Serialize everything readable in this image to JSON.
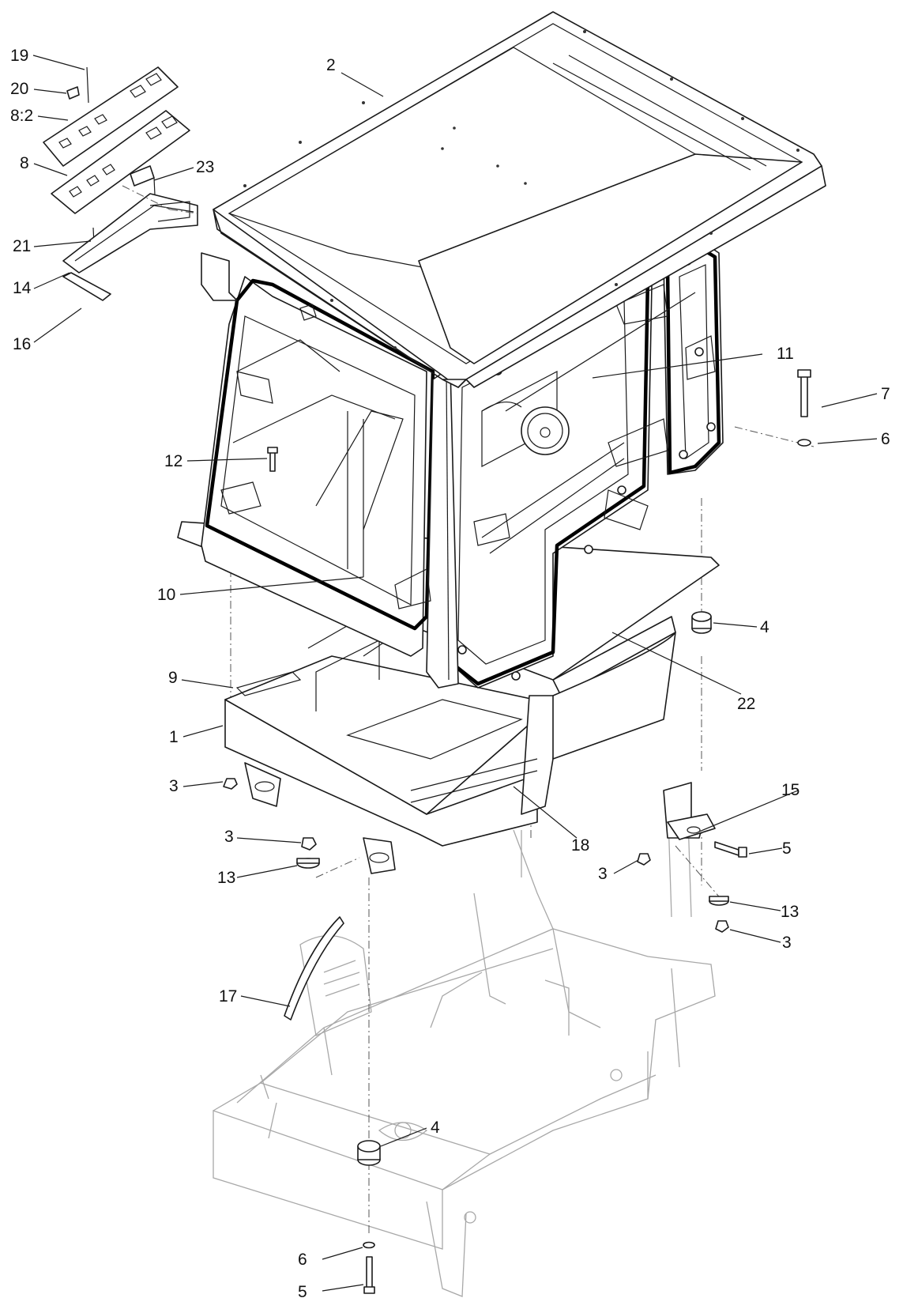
{
  "callouts": [
    {
      "id": "c19",
      "text": "19"
    },
    {
      "id": "c20",
      "text": "20"
    },
    {
      "id": "c8_2",
      "text": "8:2"
    },
    {
      "id": "c8",
      "text": "8"
    },
    {
      "id": "c23",
      "text": "23"
    },
    {
      "id": "c21",
      "text": "21"
    },
    {
      "id": "c14",
      "text": "14"
    },
    {
      "id": "c16",
      "text": "16"
    },
    {
      "id": "c2",
      "text": "2"
    },
    {
      "id": "c11",
      "text": "11"
    },
    {
      "id": "c7",
      "text": "7"
    },
    {
      "id": "c6a",
      "text": "6"
    },
    {
      "id": "c12",
      "text": "12"
    },
    {
      "id": "c10",
      "text": "10"
    },
    {
      "id": "c4a",
      "text": "4"
    },
    {
      "id": "c9",
      "text": "9"
    },
    {
      "id": "c22",
      "text": "22"
    },
    {
      "id": "c1",
      "text": "1"
    },
    {
      "id": "c3a",
      "text": "3"
    },
    {
      "id": "c15",
      "text": "15"
    },
    {
      "id": "c3b",
      "text": "3"
    },
    {
      "id": "c18",
      "text": "18"
    },
    {
      "id": "c5a",
      "text": "5"
    },
    {
      "id": "c13a",
      "text": "13"
    },
    {
      "id": "c3c",
      "text": "3"
    },
    {
      "id": "c13b",
      "text": "13"
    },
    {
      "id": "c3d",
      "text": "3"
    },
    {
      "id": "c17",
      "text": "17"
    },
    {
      "id": "c4b",
      "text": "4"
    },
    {
      "id": "c6b",
      "text": "6"
    },
    {
      "id": "c5b",
      "text": "5"
    }
  ]
}
